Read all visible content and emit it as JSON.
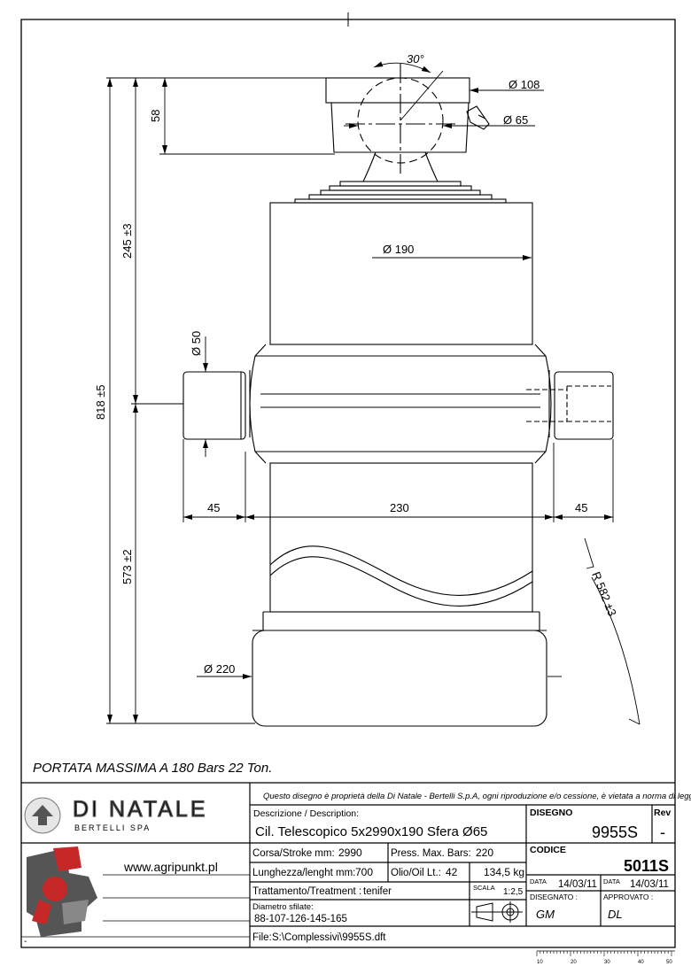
{
  "drawing": {
    "dims": {
      "angle": "30°",
      "d108": "Ø 108",
      "d65": "Ø 65",
      "h58": "58",
      "h245": "245 ±3",
      "h818": "818 ±5",
      "h573": "573 ±2",
      "d190": "Ø 190",
      "d50": "Ø 50",
      "w45_left": "45",
      "w230": "230",
      "w45_right": "45",
      "radius": "R 582 ±3",
      "d220": "Ø 220"
    },
    "capacity_note": "PORTATA MASSIMA A 180 Bars  22 Ton."
  },
  "title_block": {
    "notice": "Questo disegno è proprietà della Di Natale - Bertelli S.p.A, ogni riproduzione e/o cessione, è vietata a norma di legge",
    "logo_name": "DI NATALE",
    "logo_sub": "BERTELLI SPA",
    "website": "www.agripunkt.pl",
    "description_label": "Descrizione / Description:",
    "description": "Cil. Telescopico 5x2990x190 Sfera Ø65",
    "stroke_label": "Corsa/Stroke mm:",
    "stroke_value": "2990",
    "pressure_label": "Press. Max. Bars:",
    "pressure_value": "220",
    "length_label": "Lunghezza/lenght mm:",
    "length_value": "700",
    "oil_label": "Olio/Oil Lt.:",
    "oil_value": "42",
    "weight_value": "134,5 kg",
    "treatment_label": "Trattamento/Treatment :",
    "treatment_value": "tenifer",
    "scale_label": "SCALA",
    "scale_value": "1:2,5",
    "diameters_label": "Diametro sfilate:",
    "diameters_value": "88-107-126-145-165",
    "file_label": "File:",
    "file_value": "S:\\Complessivi\\9955S.dft",
    "drawing_label": "DISEGNO",
    "drawing_value": "9955S",
    "rev_label": "Rev",
    "rev_value": "-",
    "code_label": "CODICE",
    "code_value": "5011S",
    "date_label_1": "DATA",
    "date_value_1": "14/03/11",
    "date_label_2": "DATA",
    "date_value_2": "14/03/11",
    "drawn_label": "DISEGNATO :",
    "drawn_value": "GM",
    "approved_label": "APPROVATO :",
    "approved_value": "DL",
    "corner_mark": "-"
  },
  "ruler": {
    "labels": [
      "10",
      "20",
      "30",
      "40",
      "50"
    ]
  }
}
